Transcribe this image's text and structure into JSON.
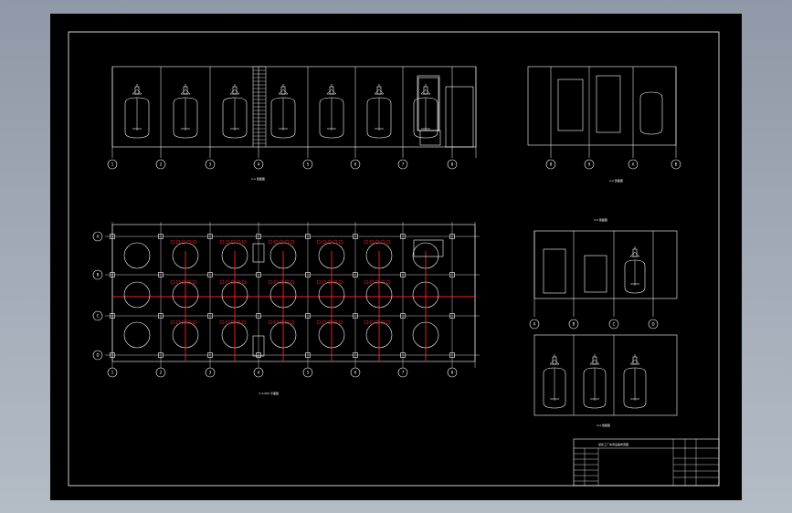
{
  "app": {
    "viewport_background_top": "#8f99a7",
    "viewport_background_bottom": "#b4bcc6",
    "sheet_color": "#000000",
    "line_color": "#ffffff",
    "accent_line_color": "#ff2020"
  },
  "drawing": {
    "type": "cad-plant-layout",
    "elevation_1": {
      "axis_bubbles": [
        "1",
        "2",
        "3",
        "4",
        "5",
        "6",
        "7",
        "8"
      ],
      "caption": "1-1 剖面图"
    },
    "elevation_2": {
      "axis_bubbles": [
        "8",
        "9",
        "A",
        "B"
      ],
      "caption": "2-2 剖面图"
    },
    "plan": {
      "row_bubbles": [
        "A",
        "B",
        "C",
        "D"
      ],
      "col_bubbles": [
        "1",
        "2",
        "3",
        "4",
        "5",
        "6",
        "7",
        "8"
      ],
      "caption": "± 0.000 平面图"
    },
    "section_3": {
      "axis_bubbles": [
        "A",
        "B",
        "C",
        "D"
      ],
      "caption": "3-3 剖面图"
    },
    "section_4": {
      "caption": "4-4 剖面图"
    },
    "title_block": {
      "header": "某化工厂车间设备布置图",
      "drawing_no": "",
      "note": ""
    }
  }
}
